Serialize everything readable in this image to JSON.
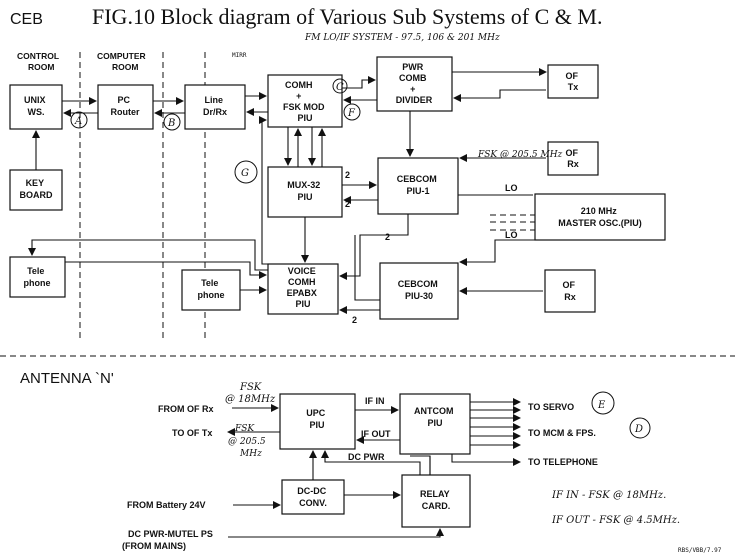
{
  "header": {
    "tag": "CEB",
    "title": "FIG.10 Block diagram of Various Sub Systems of C & M.",
    "fm_note": "FM LO/IF SYSTEM - 97.5, 106 & 201 MHz",
    "mirr": "MIRR"
  },
  "rooms": {
    "control": [
      "CONTROL",
      "ROOM"
    ],
    "computer": [
      "COMPUTER",
      "ROOM"
    ]
  },
  "top_blocks": {
    "unix": [
      "UNIX",
      "WS."
    ],
    "keyboard": [
      "KEY",
      "BOARD"
    ],
    "telephone_left": [
      "Tele",
      "phone"
    ],
    "pc_router": [
      "PC",
      "Router"
    ],
    "line_drv": [
      "Line",
      "Dr/Rx"
    ],
    "comh": [
      "COMH",
      "+",
      "FSK MOD",
      "PIU"
    ],
    "pwr_comb": [
      "PWR",
      "COMB",
      "+",
      "DIVIDER"
    ],
    "of_tx": [
      "OF",
      "Tx"
    ],
    "of_rx_top": [
      "OF",
      "Rx"
    ],
    "mux": [
      "MUX-32",
      "PIU"
    ],
    "cebcom1": [
      "CEBCOM",
      "PIU-1"
    ],
    "master_osc": [
      "210 MHz",
      "MASTER OSC.(PIU)"
    ],
    "voice": [
      "VOICE",
      "COMH",
      "EPABX",
      "PIU"
    ],
    "telephone_mid": [
      "Tele",
      "phone"
    ],
    "cebcom30": [
      "CEBCOM",
      "PIU-30"
    ],
    "of_rx_bottom": [
      "OF",
      "Rx"
    ]
  },
  "markers": {
    "a": "A",
    "b": "B",
    "c": "C",
    "f": "F",
    "g": "G",
    "lo1": "LO",
    "lo2": "LO",
    "fsk_rx": "FSK @ 205.5 MHz",
    "n2a": "2",
    "n2b": "2",
    "n2c": "2",
    "n2d": "2"
  },
  "antenna": {
    "heading": "ANTENNA `N'",
    "upc": [
      "UPC",
      "PIU"
    ],
    "antcom": [
      "ANTCOM",
      "PIU"
    ],
    "dcdc": [
      "DC-DC",
      "CONV."
    ],
    "relay": [
      "RELAY",
      "CARD."
    ],
    "from_rx": "FROM OF Rx",
    "to_tx": "TO OF Tx",
    "fsk18": [
      "FSK",
      "@ 18MHz"
    ],
    "fsk205": [
      "FSK",
      "@ 205.5",
      "MHz"
    ],
    "if_in": "IF IN",
    "if_out": "IF OUT",
    "dc_pwr": "DC PWR",
    "to_servo": "TO SERVO",
    "to_mcm": "TO MCM & FPS.",
    "to_tel": "TO TELEPHONE",
    "e": "E",
    "d": "D",
    "battery": "FROM Battery 24V",
    "mutel": [
      "DC PWR-MUTEL PS",
      "(FROM MAINS)"
    ],
    "note_in": "IF IN - FSK @ 18MHz.",
    "note_out": "IF OUT - FSK @ 4.5MHz.",
    "initials": "RBS/VBB/7.97"
  }
}
